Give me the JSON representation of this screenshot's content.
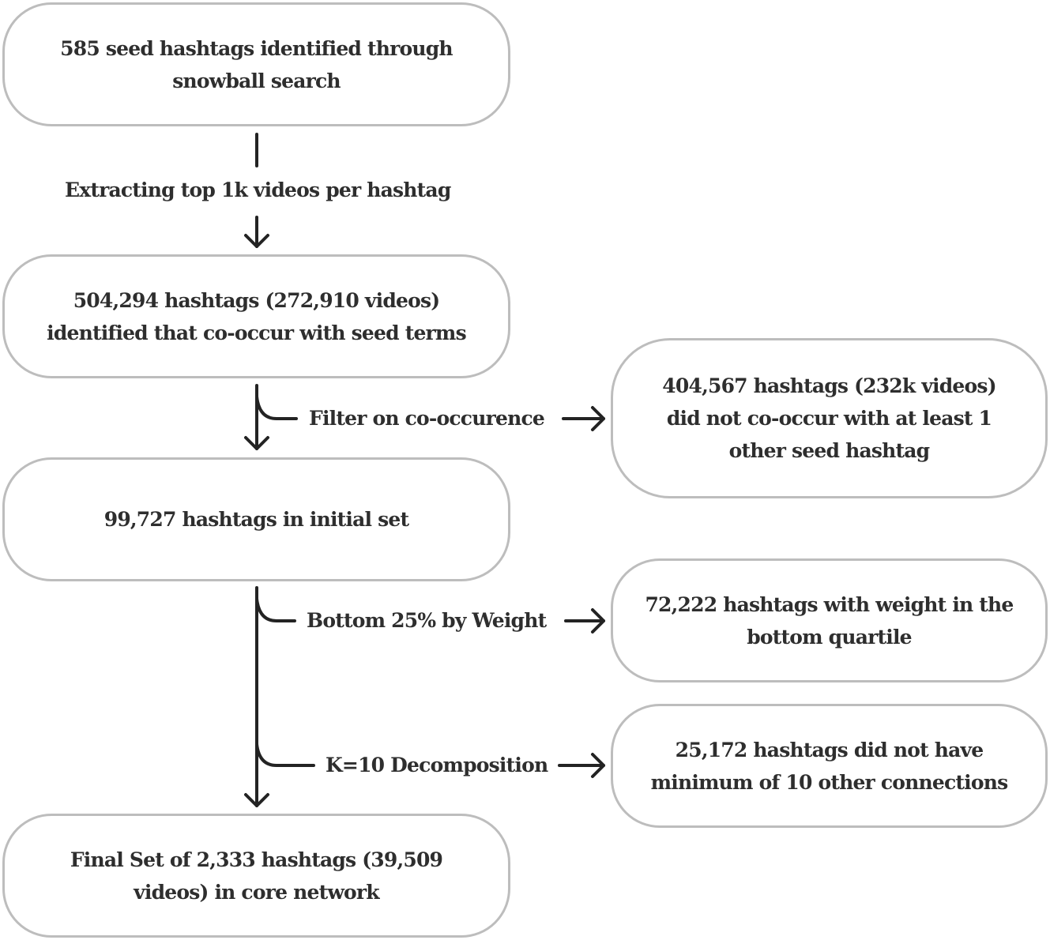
{
  "diagram": {
    "type": "flowchart",
    "colors": {
      "box_border": "#bdbdbd",
      "text": "#2e2e2e",
      "arrow": "#232323",
      "background": "#ffffff"
    },
    "main_boxes": [
      {
        "id": "seed",
        "text": "585 seed hashtags identified through\nsnowball search"
      },
      {
        "id": "cooccur",
        "text": "504,294 hashtags (272,910 videos)\nidentified that co-occur with seed terms"
      },
      {
        "id": "initial",
        "text": "99,727 hashtags in initial set"
      },
      {
        "id": "final",
        "text": "Final Set of 2,333 hashtags (39,509\nvideos) in core network"
      }
    ],
    "side_boxes": [
      {
        "id": "filtered_cooccur",
        "text": "404,567 hashtags (232k videos)\ndid not co-occur with at least 1\nother seed hashtag"
      },
      {
        "id": "filtered_weight",
        "text": "72,222 hashtags with weight in the\nbottom quartile"
      },
      {
        "id": "filtered_kcore",
        "text": "25,172 hashtags did not have\nminimum of 10 other connections"
      }
    ],
    "step_labels": {
      "extract": "Extracting top 1k videos per hashtag",
      "filter_cooccur": "Filter on co-occurence",
      "bottom_weight": "Bottom 25% by Weight",
      "k_decomposition": "K=10 Decomposition"
    },
    "edges": [
      {
        "from": "seed",
        "to": "cooccur",
        "label": "Extracting top 1k videos per hashtag"
      },
      {
        "from": "cooccur",
        "to": "initial",
        "branch_to": "filtered_cooccur",
        "label": "Filter on co-occurence"
      },
      {
        "from": "initial",
        "to": "final",
        "branch_to": "filtered_weight",
        "label": "Bottom 25% by Weight"
      },
      {
        "from": "initial",
        "to": "final",
        "branch_to": "filtered_kcore",
        "label": "K=10 Decomposition"
      }
    ]
  }
}
